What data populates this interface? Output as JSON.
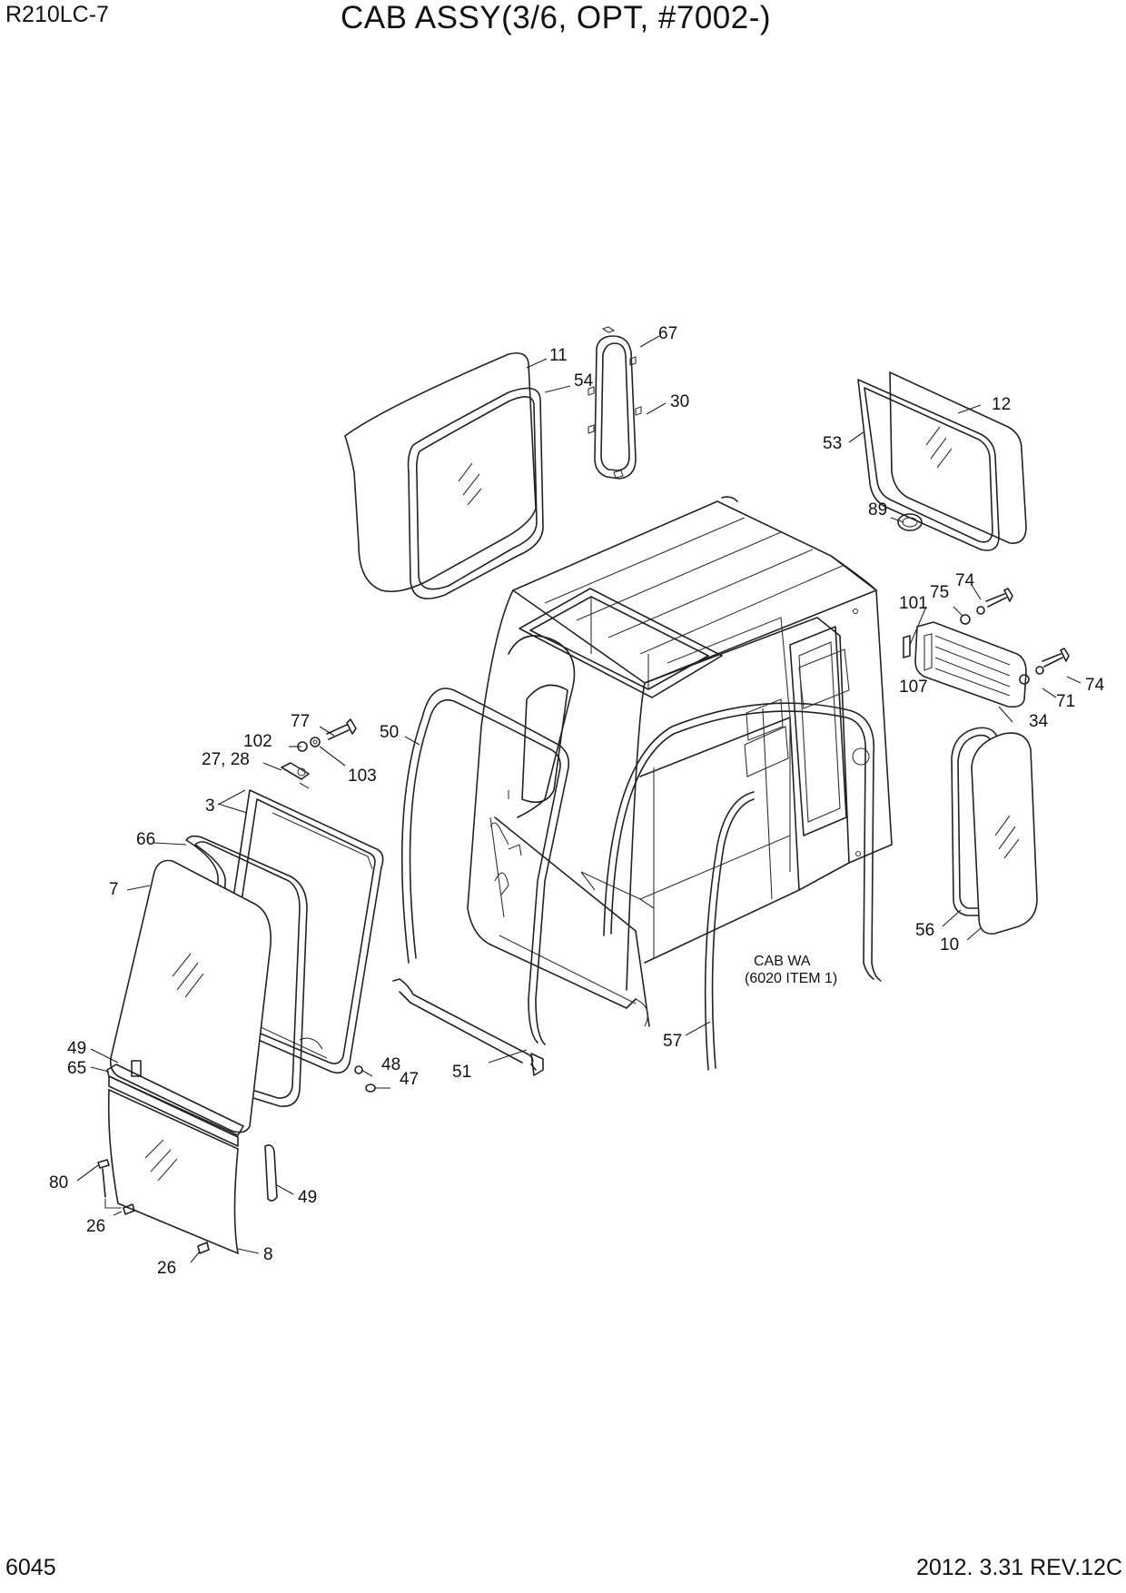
{
  "header": {
    "model": "R210LC-7",
    "title": "CAB ASSY(3/6, OPT, #7002-)"
  },
  "footer": {
    "page_number": "6045",
    "revision": "2012. 3.31  REV.12C"
  },
  "note": {
    "line1": "CAB WA",
    "line2": "(6020 ITEM 1)"
  },
  "callouts": {
    "p11": "11",
    "p54": "54",
    "p67": "67",
    "p30": "30",
    "p12": "12",
    "p53": "53",
    "p89": "89",
    "p74a": "74",
    "p75": "75",
    "p101": "101",
    "p107": "107",
    "p74b": "74",
    "p71": "71",
    "p34": "34",
    "p50": "50",
    "p77": "77",
    "p102": "102",
    "p2728": "27, 28",
    "p103": "103",
    "p3": "3",
    "p66": "66",
    "p7": "7",
    "p56": "56",
    "p10": "10",
    "p49a": "49",
    "p65": "65",
    "p48": "48",
    "p47": "47",
    "p51": "51",
    "p57": "57",
    "p80": "80",
    "p26a": "26",
    "p49b": "49",
    "p8": "8",
    "p26b": "26"
  }
}
